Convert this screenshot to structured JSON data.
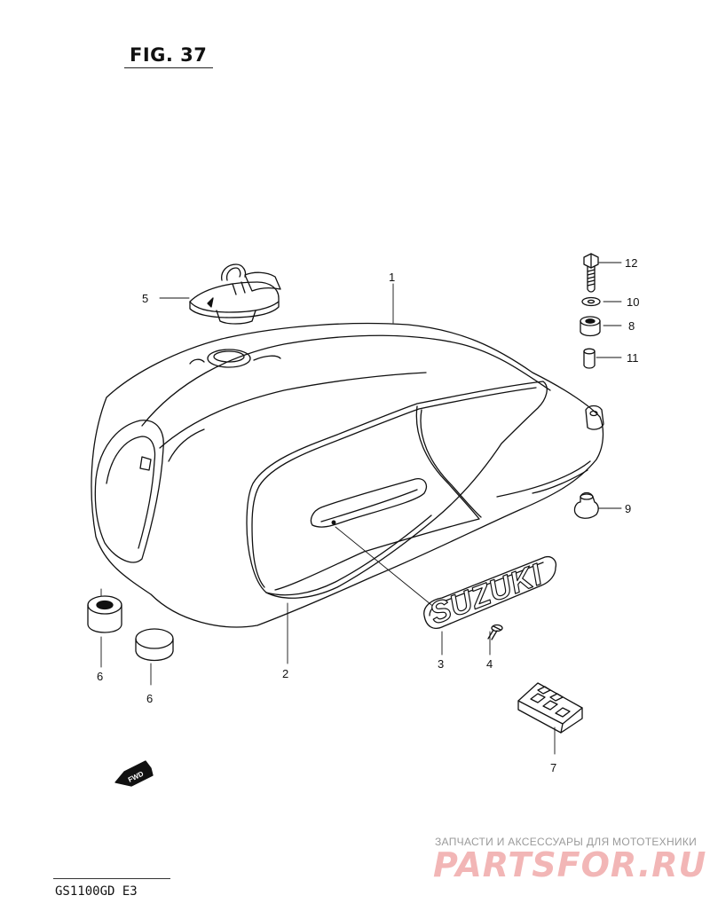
{
  "figure": {
    "title": "FIG. 37"
  },
  "model": {
    "code": "GS1100GD E3"
  },
  "callouts": {
    "c1": "1",
    "c2": "2",
    "c3": "3",
    "c4": "4",
    "c5": "5",
    "c6a": "6",
    "c6b": "6",
    "c7": "7",
    "c8": "8",
    "c9": "9",
    "c10": "10",
    "c11": "11",
    "c12": "12"
  },
  "tank_emblem": {
    "text": "SUZUKI"
  },
  "fwd_marker": {
    "text": "FWD"
  },
  "watermark": {
    "caption": "ЗАПЧАСТИ И АКСЕССУАРЫ ДЛЯ МОТОТЕХНИКИ",
    "logo": "PARTSFOR.RU",
    "caption_color": "#9a9a9a",
    "logo_color": "#f2b6b6"
  },
  "icons": {
    "fwd": "fwd-arrow-icon"
  }
}
